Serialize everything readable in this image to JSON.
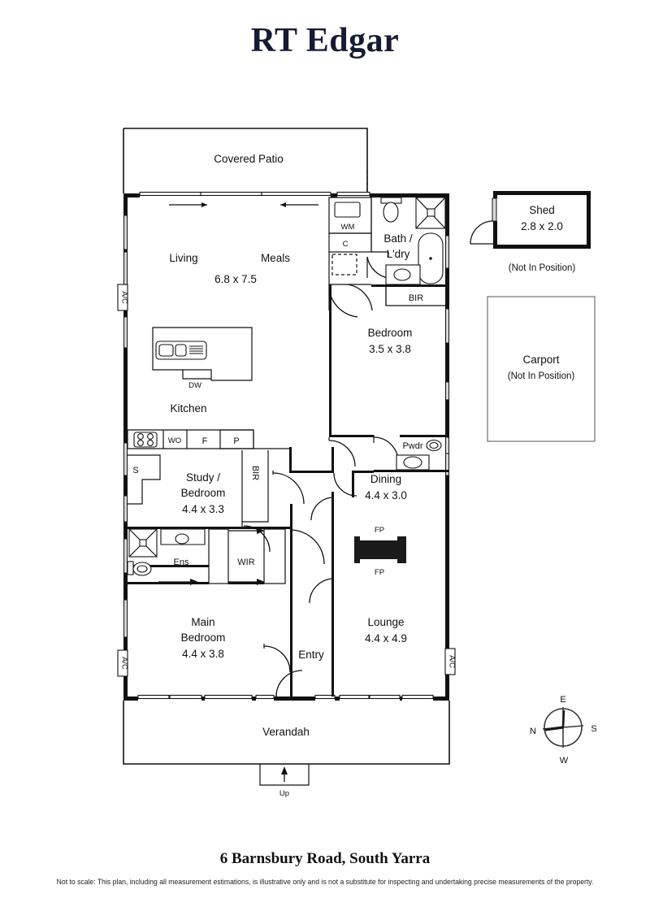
{
  "brand": {
    "logo_text": "RT Edgar"
  },
  "footer": {
    "address": "6 Barnsbury Road, South Yarra",
    "disclaimer": "Not to scale: This plan, including all measurement estimations, is illustrative only and is not a substitute for inspecting and undertaking precise measurements of the property."
  },
  "plan": {
    "rooms": [
      {
        "name": "Covered Patio",
        "dim": ""
      },
      {
        "name": "Living",
        "dim": ""
      },
      {
        "name": "Meals",
        "dim": "6.8 x 7.5"
      },
      {
        "name": "Kitchen",
        "dim": ""
      },
      {
        "name": "Bath /",
        "dim": "L'dry"
      },
      {
        "name": "Bedroom",
        "dim": "3.5 x 3.8"
      },
      {
        "name": "Pwdr",
        "dim": ""
      },
      {
        "name": "Study /",
        "dim": "Bedroom",
        "dim2": "4.4 x 3.3"
      },
      {
        "name": "Dining",
        "dim": "4.4 x 3.0"
      },
      {
        "name": "Ens",
        "dim": ""
      },
      {
        "name": "WIR",
        "dim": ""
      },
      {
        "name": "Main",
        "dim": "Bedroom",
        "dim2": "4.4 x 3.8"
      },
      {
        "name": "Entry",
        "dim": ""
      },
      {
        "name": "Lounge",
        "dim": "4.4 x 4.9"
      },
      {
        "name": "Verandah",
        "dim": ""
      }
    ],
    "labels": {
      "covered_patio": "Covered Patio",
      "living": "Living",
      "meals": "Meals",
      "living_meals_dim": "6.8 x 7.5",
      "kitchen": "Kitchen",
      "dishwasher": "DW",
      "wall_oven": "WO",
      "fridge": "F",
      "pantry": "P",
      "store": "S",
      "washing_machine": "WM",
      "cupboard": "C",
      "bath_line1": "Bath /",
      "bath_line2": "L'dry",
      "bir_bath": "BIR",
      "bedroom": "Bedroom",
      "bedroom_dim": "3.5 x 3.8",
      "powder": "Pwdr",
      "study_line1": "Study /",
      "study_line2": "Bedroom",
      "study_dim": "4.4 x 3.3",
      "bir_study": "BIR",
      "dining": "Dining",
      "dining_dim": "4.4 x 3.0",
      "fireplace_top": "FP",
      "fireplace_bottom": "FP",
      "lounge": "Lounge",
      "lounge_dim": "4.4 x 4.9",
      "ensuite": "Ens",
      "wir": "WIR",
      "main_line1": "Main",
      "main_line2": "Bedroom",
      "main_dim": "4.4 x 3.8",
      "entry": "Entry",
      "verandah": "Verandah",
      "up": "Up",
      "ac": "A/C"
    },
    "outbuildings": [
      {
        "name": "Shed",
        "dim": "2.8 x 2.0",
        "note": "(Not In Position)"
      },
      {
        "name": "Carport",
        "dim": "",
        "note": "(Not In Position)"
      }
    ],
    "compass": {
      "top": "E",
      "right": "S",
      "bottom": "W",
      "left": "N"
    }
  },
  "colors": {
    "brand_navy": "#161b33",
    "wall": "#111111",
    "window_fill": "#d8d8d8",
    "fireplace": "#1a1a1a"
  }
}
